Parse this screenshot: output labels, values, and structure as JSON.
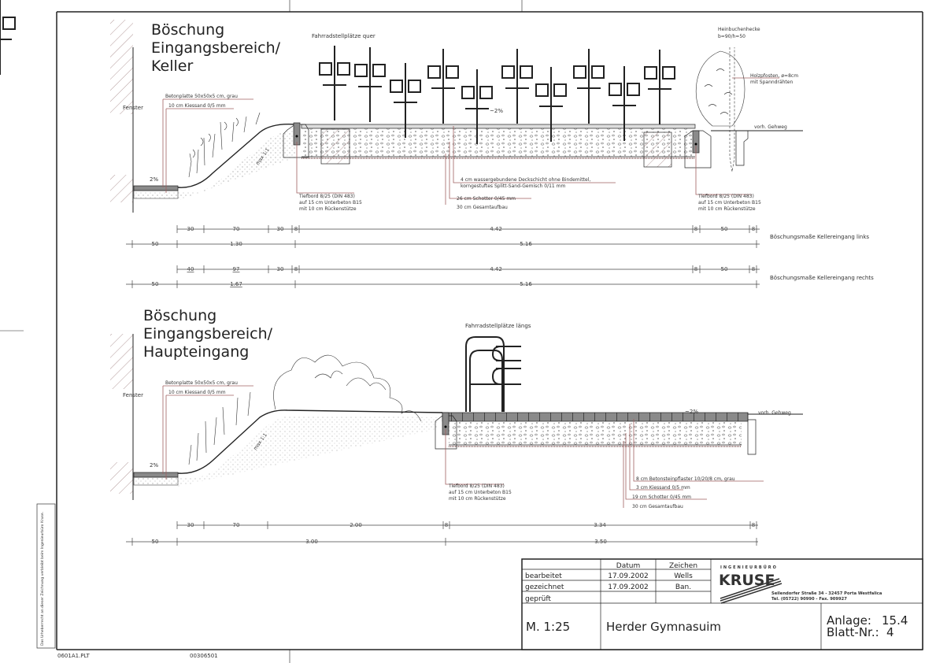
{
  "section_top": {
    "title_lines": [
      "Böschung",
      "Eingangsbereich/",
      "Keller"
    ],
    "bike_label": "Fahrradstellplätze quer",
    "hedge_label": [
      "Heinbuchenhecke",
      "b=90/h=50"
    ],
    "post_label": [
      "Holzpfosten, ø=8cm",
      "mit Spanndrähten"
    ],
    "window_label": "Fenster",
    "slab_label": [
      "Betonplatte 50x50x5 cm, grau",
      "10 cm Kiessand 0/5 mm"
    ],
    "slope_percent": "2%",
    "surface_slope": "~2%",
    "max_slope": "max 1:1",
    "kerb_left": [
      "Tiefbord 8/25 (DIN 483)",
      "auf 15 cm Unterbeton B15",
      "mit 10 cm Rückenstütze"
    ],
    "kerb_right": [
      "Tiefbord 8/25 (DIN 483)",
      "auf 15 cm Unterbeton B15",
      "mit 10 cm Rückenstütze"
    ],
    "layers": [
      "4 cm wassergebundene Deckschicht ohne Bindemittel,",
      "korngestuftes Splitt-Sand-Gemisch 0/11 mm",
      "26 cm Schotter 0/45 mm",
      "30 cm Gesamtaufbau"
    ],
    "sidewalk_label": "vorh. Gehweg"
  },
  "dimensions_left": {
    "row1": [
      "30",
      "70",
      "30",
      "8",
      "4.42",
      "8",
      "50",
      "8"
    ],
    "row2": [
      "50",
      "1.30",
      "5.16"
    ],
    "caption": "Böschungsmaße Kellereingang links"
  },
  "dimensions_right": {
    "row1": [
      "40",
      "97",
      "30",
      "8",
      "4.42",
      "8",
      "50",
      "8"
    ],
    "row2": [
      "50",
      "1.67",
      "5.16"
    ],
    "caption": "Böschungsmaße Kellereingang rechts"
  },
  "section_bottom": {
    "title_lines": [
      "Böschung",
      "Eingangsbereich/",
      "Haupteingang"
    ],
    "bike_label": "Fahrradstellplätze längs",
    "window_label": "Fenster",
    "slab_label": [
      "Betonplatte 50x50x5 cm, grau",
      "10 cm Kiessand 0/5 mm"
    ],
    "slope_percent": "2%",
    "surface_slope": "~2%",
    "max_slope": "max 1:1",
    "kerb": [
      "Tiefbord 8/25 (DIN 483)",
      "auf 15 cm Unterbeton B15",
      "mit 10 cm Rückenstütze"
    ],
    "layers": [
      "8 cm Betonsteinpflaster 10/20/8 cm, grau",
      "3 cm Kiessand 0/5 mm",
      "19 cm Schotter 0/45 mm",
      "30 cm Gesamtaufbau"
    ],
    "sidewalk_label": "vorh. Gehweg",
    "dims_row1": [
      "30",
      "70",
      "2.00",
      "8",
      "3.34",
      "8"
    ],
    "dims_row2": [
      "50",
      "3.00",
      "3.50"
    ]
  },
  "title_block": {
    "headers": [
      "Datum",
      "Zeichen"
    ],
    "rows": [
      {
        "label": "bearbeitet",
        "date": "17.09.2002",
        "sign": "Wells"
      },
      {
        "label": "gezeichnet",
        "date": "17.09.2002",
        "sign": "Ban."
      },
      {
        "label": "geprüft",
        "date": "",
        "sign": ""
      }
    ],
    "company_small": "INGENIEURBÜRO",
    "company_logo": "KRUSE",
    "address": "Seilendorfer Straße 34 - 32457 Porta Westfalica",
    "phone": "Tel. (05722) 90990 - Fax. 909927",
    "scale": "M. 1:25",
    "project": "Herder Gymnasuim",
    "anlage_label": "Anlage:",
    "anlage_value": "15.4",
    "blatt_label": "Blatt-Nr.:",
    "blatt_value": "4"
  },
  "copyright_note": "Das Urheberrecht an dieser Zeichnung verbleibt beim Ingenieurbüro Kruse.",
  "footer": {
    "file": "0601A1.PLT",
    "code": "00306501"
  },
  "colors": {
    "line": "#222222",
    "leader": "#a06060",
    "fill_gray": "#9a9a9a"
  }
}
